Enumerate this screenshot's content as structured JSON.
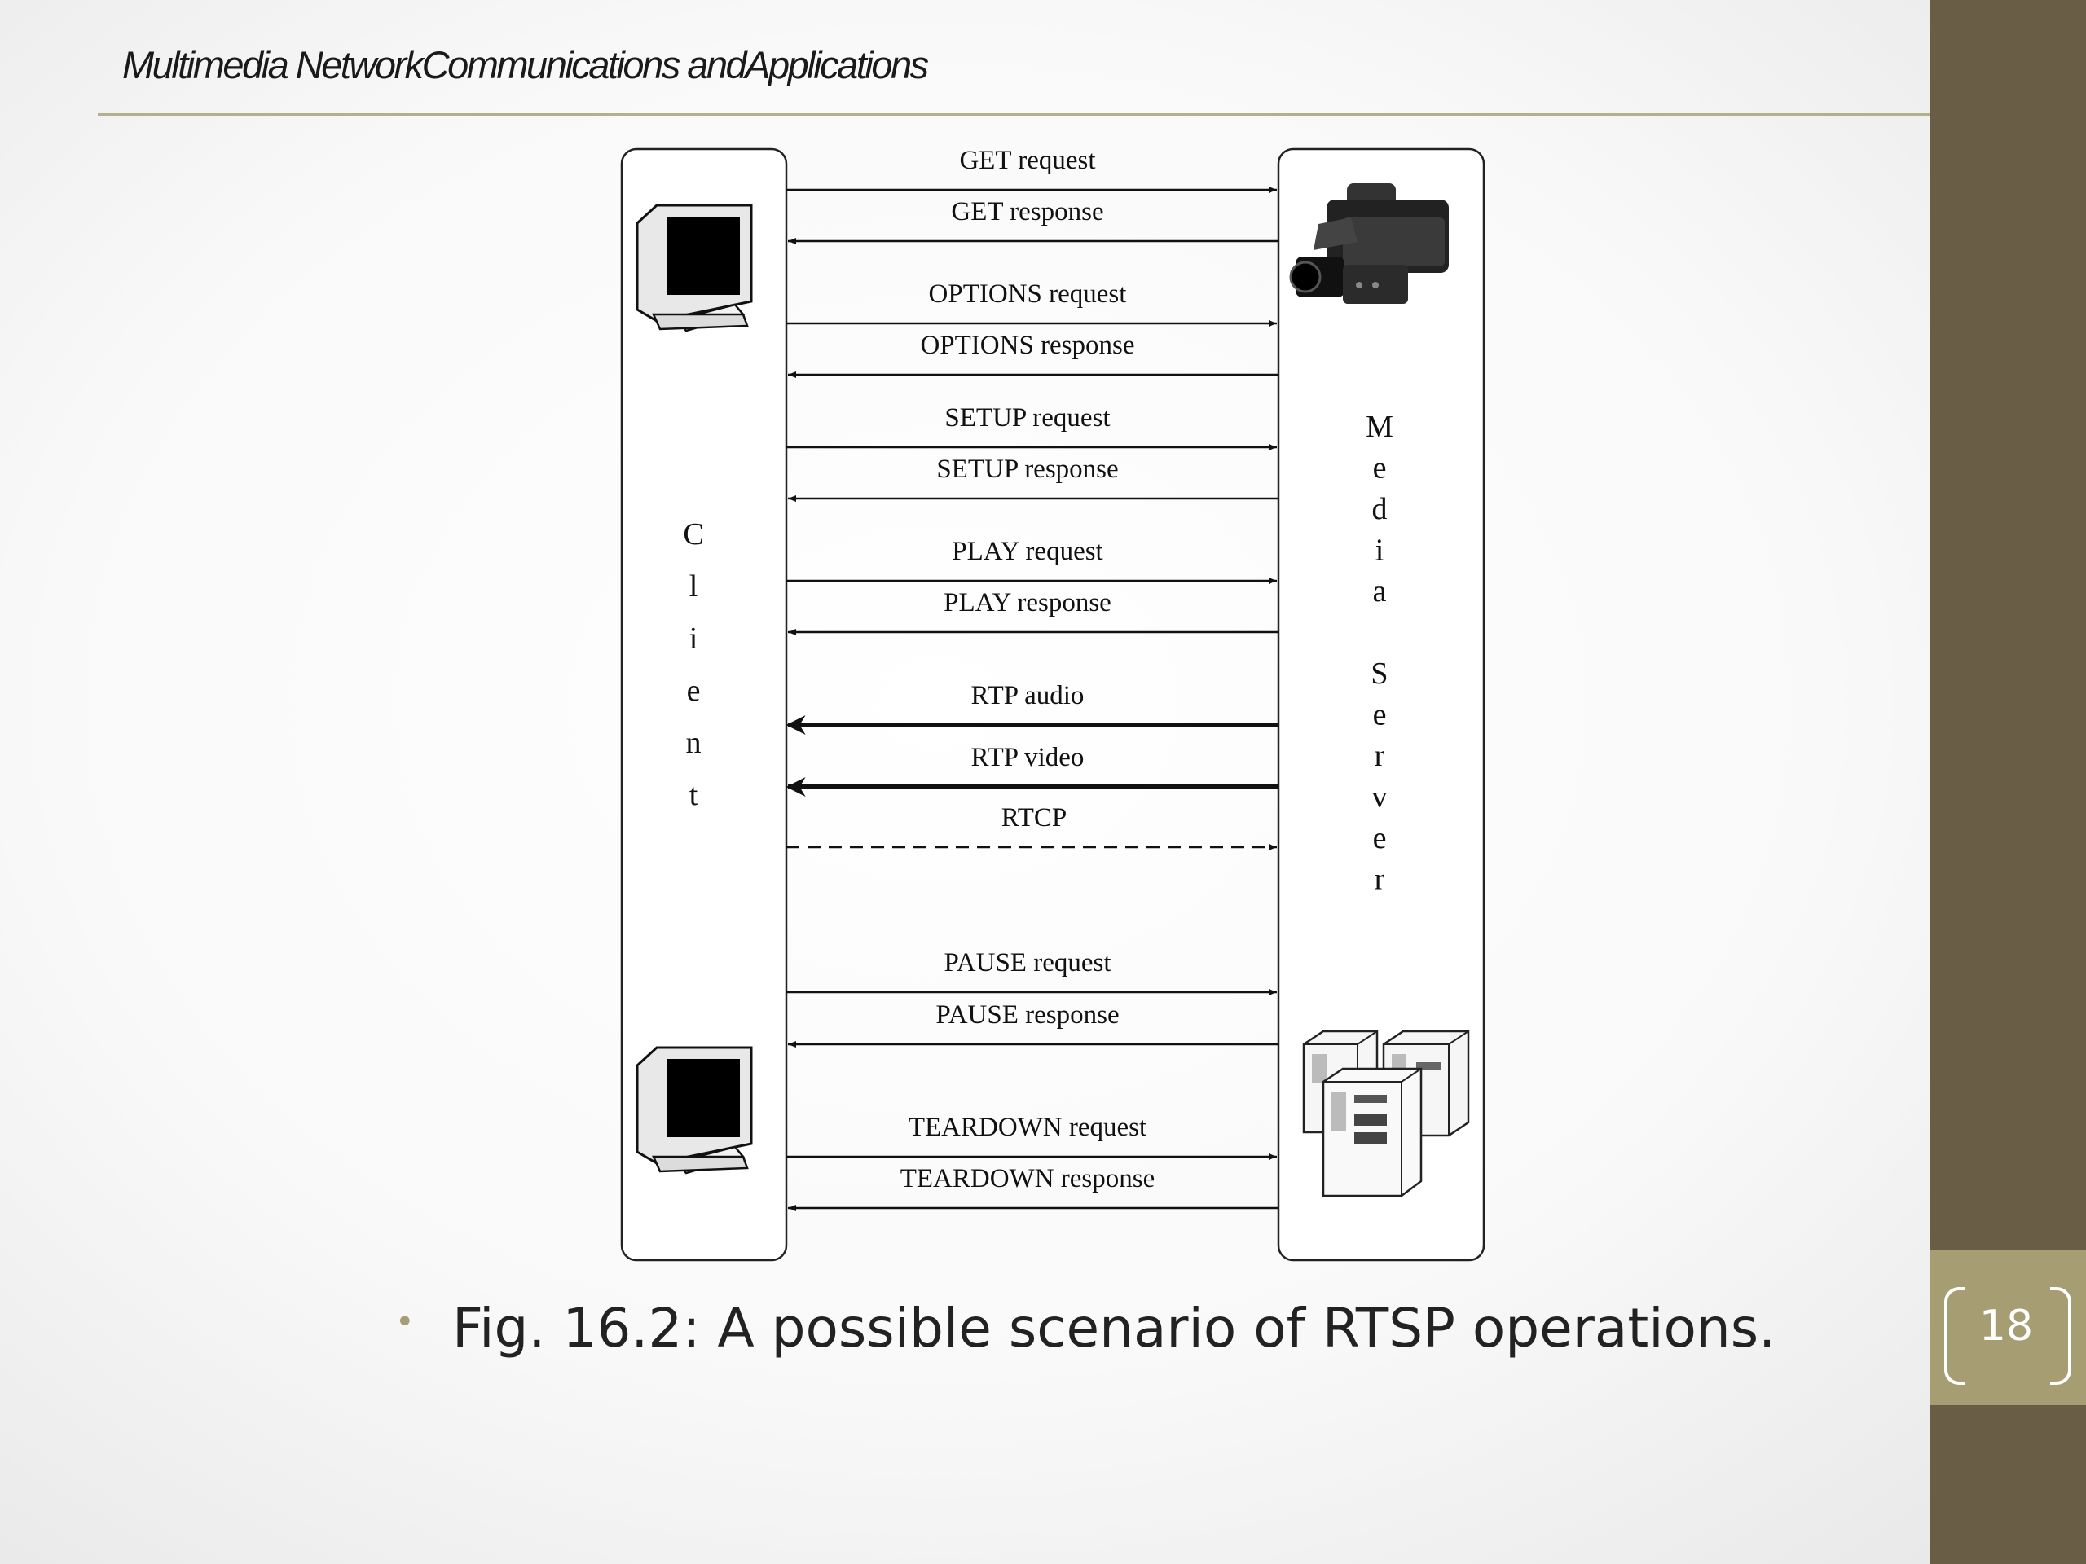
{
  "header": {
    "title": "Multimedia NetworkCommunications  andApplications"
  },
  "diagram": {
    "client_label": [
      "C",
      "l",
      "i",
      "e",
      "n",
      "t"
    ],
    "server_label": [
      "M",
      "e",
      "d",
      "i",
      "a",
      "",
      "S",
      "e",
      "r",
      "v",
      "e",
      "r"
    ],
    "messages": [
      {
        "label": "GET request",
        "direction": "to-server",
        "style": "thin"
      },
      {
        "label": "GET response",
        "direction": "to-client",
        "style": "thin"
      },
      {
        "label": "OPTIONS request",
        "direction": "to-server",
        "style": "thin"
      },
      {
        "label": "OPTIONS response",
        "direction": "to-client",
        "style": "thin"
      },
      {
        "label": "SETUP request",
        "direction": "to-server",
        "style": "thin"
      },
      {
        "label": "SETUP response",
        "direction": "to-client",
        "style": "thin"
      },
      {
        "label": "PLAY request",
        "direction": "to-server",
        "style": "thin"
      },
      {
        "label": "PLAY response",
        "direction": "to-client",
        "style": "thin"
      },
      {
        "label": "RTP  audio",
        "direction": "to-client",
        "style": "thick"
      },
      {
        "label": "RTP  video",
        "direction": "to-client",
        "style": "thick"
      },
      {
        "label": "RTCP",
        "direction": "to-server",
        "style": "dashed"
      },
      {
        "label": "PAUSE request",
        "direction": "to-server",
        "style": "thin"
      },
      {
        "label": "PAUSE response",
        "direction": "to-client",
        "style": "thin"
      },
      {
        "label": "TEARDOWN request",
        "direction": "to-server",
        "style": "thin"
      },
      {
        "label": "TEARDOWN response",
        "direction": "to-client",
        "style": "thin"
      }
    ],
    "icons": [
      "computer-monitor-icon",
      "video-camera-icon",
      "server-tower-icon"
    ]
  },
  "caption": {
    "text": "Fig. 16.2: A possible scenario of RTSP operations."
  },
  "page": {
    "number": "18"
  },
  "colors": {
    "accent": "#a79d72",
    "side_panel": "#6a5d46",
    "rule": "#b3b08e"
  }
}
